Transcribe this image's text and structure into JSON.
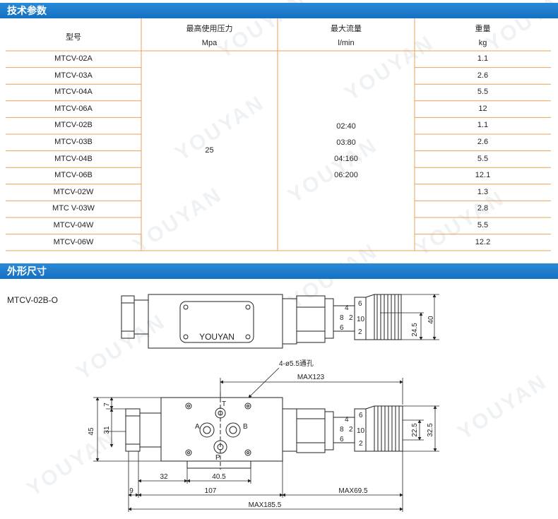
{
  "watermark": "YOUYAN",
  "accent_color": "#1a78cc",
  "grid_color": "#e8a05a",
  "sections": {
    "specs_title": "技术参数",
    "dims_title": "外形尺寸"
  },
  "table": {
    "headers": [
      {
        "line1": "型号",
        "line2": ""
      },
      {
        "line1": "最高使用压力",
        "line2": "Mpa"
      },
      {
        "line1": "最大流量",
        "line2": "l/min"
      },
      {
        "line1": "重量",
        "line2": "kg"
      }
    ],
    "models": [
      "MTCV-02A",
      "MTCV-03A",
      "MTCV-04A",
      "MTCV-06A",
      "MTCV-02B",
      "MTCV-03B",
      "MTCV-04B",
      "MTCV-06B",
      "MTCV-02W",
      "MTC V-03W",
      "MTCV-04W",
      "MTCV-06W"
    ],
    "pressure": "25",
    "flows": [
      "02:40",
      "03:80",
      "04:160",
      "06:200"
    ],
    "weights": [
      "1.1",
      "2.6",
      "5.5",
      "12",
      "1.1",
      "2.6",
      "5.5",
      "12.1",
      "1.3",
      "2.8",
      "5.5",
      "12.2"
    ]
  },
  "drawing": {
    "model_label": "MTCV-02B-O",
    "nameplate": "YOUYAN",
    "hole_note": "4-ø5.5通孔",
    "dims": {
      "d40": "40",
      "d24_5": "24.5",
      "max123": "MAX123",
      "d7": "7",
      "d31": "31",
      "d45": "45",
      "d22_5": "22.5",
      "d32_5": "32.5",
      "d32": "32",
      "d40_5": "40.5",
      "d9": "9",
      "d107": "107",
      "max69_5": "MAX69.5",
      "max185_5": "MAX185.5"
    },
    "ports": {
      "a": "A",
      "b": "B",
      "p": "P",
      "t": "T"
    },
    "knob_scale_top": [
      "6",
      "4",
      "8",
      "2",
      "10",
      "6",
      "2"
    ],
    "knob_scale_bottom": [
      "6",
      "4",
      "8",
      "2",
      "10",
      "6",
      "2"
    ]
  }
}
